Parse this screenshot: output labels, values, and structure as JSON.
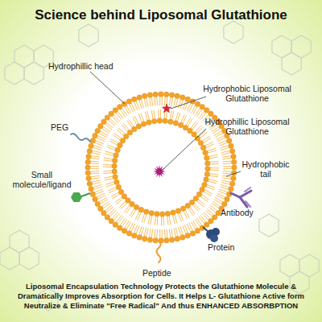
{
  "diagram": {
    "title": "Science behind Liposomal Glutathione",
    "caption": "Liposomal Encapsulation Technology Protects the Glutathione Molecule & Dramatically Improves Absorption for Cells. It Helps L- Glutathione Active form Neutralize & Eliminate \"Free Radical\" And thus ENHANCED ABSORBPTION",
    "labels": [
      "Hydrophillic head",
      "Hydrophobic Liposomal Glutathione",
      "Hydrophillic Liposomal Glutathione",
      "Hydrophobic tail",
      "PEG",
      "Small molecule/ligand",
      "Antibody",
      "Protein",
      "Peptide"
    ]
  }
}
